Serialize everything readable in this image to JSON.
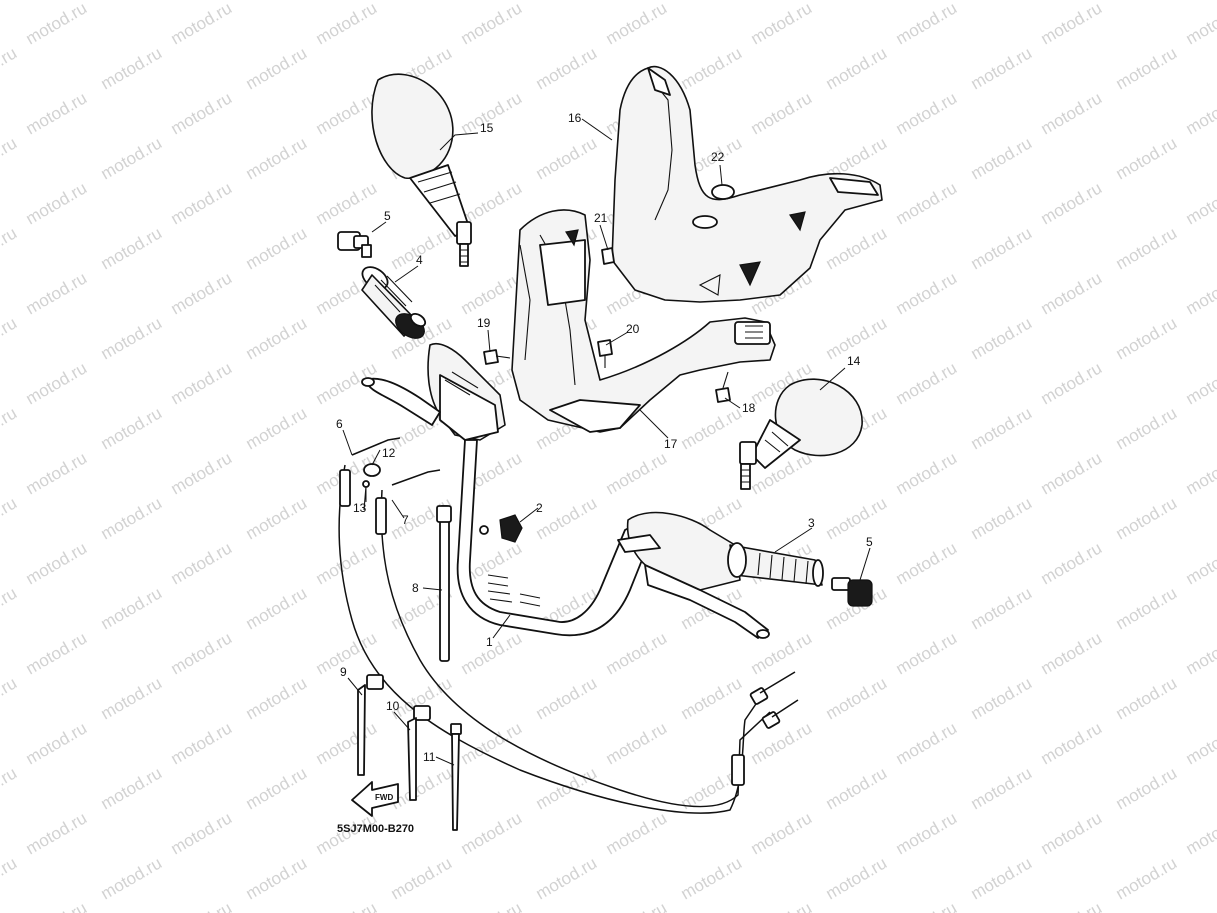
{
  "watermark": {
    "text": "motod.ru"
  },
  "diagram": {
    "code": "5SJ7M00-B270",
    "fwd_label": "FWD",
    "callouts": {
      "c1": "1",
      "c2": "2",
      "c3": "3",
      "c4": "4",
      "c5a": "5",
      "c5b": "5",
      "c6": "6",
      "c7": "7",
      "c8": "8",
      "c9": "9",
      "c10": "10",
      "c11": "11",
      "c12": "12",
      "c13": "13",
      "c14": "14",
      "c15": "15",
      "c16": "16",
      "c17": "17",
      "c18": "18",
      "c19": "19",
      "c20": "20",
      "c21": "21",
      "c22": "22"
    }
  },
  "colors": {
    "line": "#111111",
    "watermark": "#d2d2d2",
    "background": "#ffffff"
  }
}
